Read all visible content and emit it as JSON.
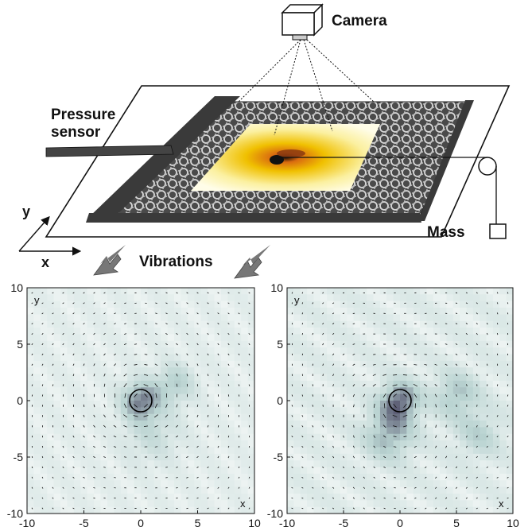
{
  "setup": {
    "labels": {
      "camera": "Camera",
      "pressure_sensor_line1": "Pressure",
      "pressure_sensor_line2": "sensor",
      "mass": "Mass",
      "vibrations": "Vibrations",
      "axis_x": "x",
      "axis_y": "y"
    },
    "colors": {
      "board_fill": "#5a5a5a",
      "heat_core": "#1a0a00",
      "heat_mid": "#d96a10",
      "heat_outer": "#f0c000",
      "arrow_gray": "#7a7a7a"
    }
  },
  "panels": [
    {
      "id": "left",
      "x_axis_label": "x",
      "y_axis_label": "y",
      "x_ticks": [
        "-10",
        "-5",
        "0",
        "5",
        "10"
      ],
      "y_ticks": [
        "10",
        "5",
        "0",
        "-5",
        "-10"
      ],
      "xlim": [
        -10,
        10
      ],
      "ylim": [
        -10,
        10
      ]
    },
    {
      "id": "right",
      "x_axis_label": "x",
      "y_axis_label": "y",
      "x_ticks": [
        "-10",
        "-5",
        "0",
        "5",
        "10"
      ],
      "y_ticks": [
        "10",
        "5",
        "0",
        "-5",
        "-10"
      ],
      "xlim": [
        -10,
        10
      ],
      "ylim": [
        -10,
        10
      ]
    }
  ],
  "colors": {
    "field_light": "#eef4f3",
    "field_mid": "#b9d3d1",
    "field_dark": "#3c3555",
    "intruder_ring": "#000000"
  }
}
